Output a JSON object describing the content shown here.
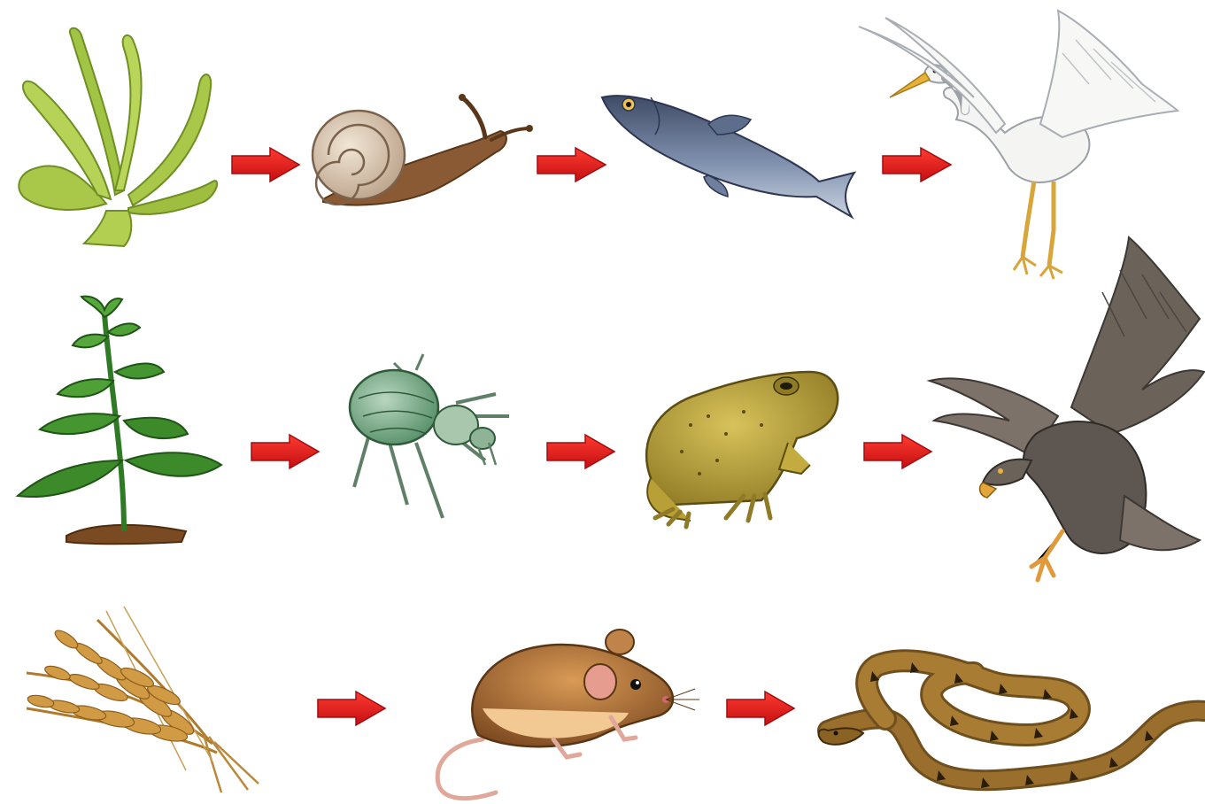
{
  "chains": [
    {
      "organisms": [
        {
          "name": "seaweed-icon",
          "trophic": "producer"
        },
        {
          "name": "snail-icon",
          "trophic": "primary-consumer"
        },
        {
          "name": "fish-icon",
          "trophic": "secondary-consumer"
        },
        {
          "name": "egret-icon",
          "trophic": "tertiary-consumer"
        }
      ]
    },
    {
      "organisms": [
        {
          "name": "plant-icon",
          "trophic": "producer"
        },
        {
          "name": "beetle-icon",
          "trophic": "primary-consumer"
        },
        {
          "name": "toad-icon",
          "trophic": "secondary-consumer"
        },
        {
          "name": "eagle-icon",
          "trophic": "tertiary-consumer"
        }
      ]
    },
    {
      "organisms": [
        {
          "name": "wheat-icon",
          "trophic": "producer"
        },
        {
          "name": "mouse-icon",
          "trophic": "primary-consumer"
        },
        {
          "name": "snake-icon",
          "trophic": "secondary-consumer"
        }
      ]
    }
  ],
  "colors": {
    "arrow": "#e8191c",
    "arrow_dark": "#b70f12",
    "seaweed": "#a9c84a",
    "snail_shell": "#d9c7b0",
    "snail_body": "#8a5a34",
    "fish": "#5d6d8c",
    "egret": "#f4f4f2",
    "plant": "#3d8a2a",
    "beetle": "#7fae8c",
    "toad": "#b9a036",
    "eagle": "#6b625a",
    "wheat": "#c9913d",
    "mouse": "#b7763b",
    "snake": "#9a6f2d"
  }
}
